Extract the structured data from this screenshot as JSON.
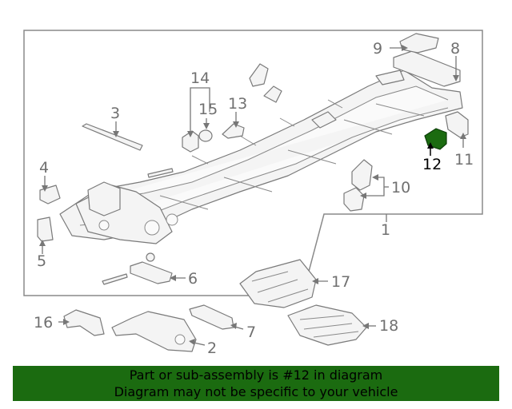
{
  "callouts": {
    "c1": "1",
    "c2": "2",
    "c3": "3",
    "c4": "4",
    "c5": "5",
    "c6": "6",
    "c7": "7",
    "c8": "8",
    "c9": "9",
    "c10": "10",
    "c11": "11",
    "c12": "12",
    "c13": "13",
    "c14": "14",
    "c15": "15",
    "c16": "16",
    "c17": "17",
    "c18": "18"
  },
  "highlight": {
    "part": "12",
    "color": "#1b6b10"
  },
  "footer": {
    "line1": "Part or sub-assembly is #12 in diagram",
    "line2": "Diagram may not be specific to your vehicle",
    "background": "#1b6b10"
  }
}
